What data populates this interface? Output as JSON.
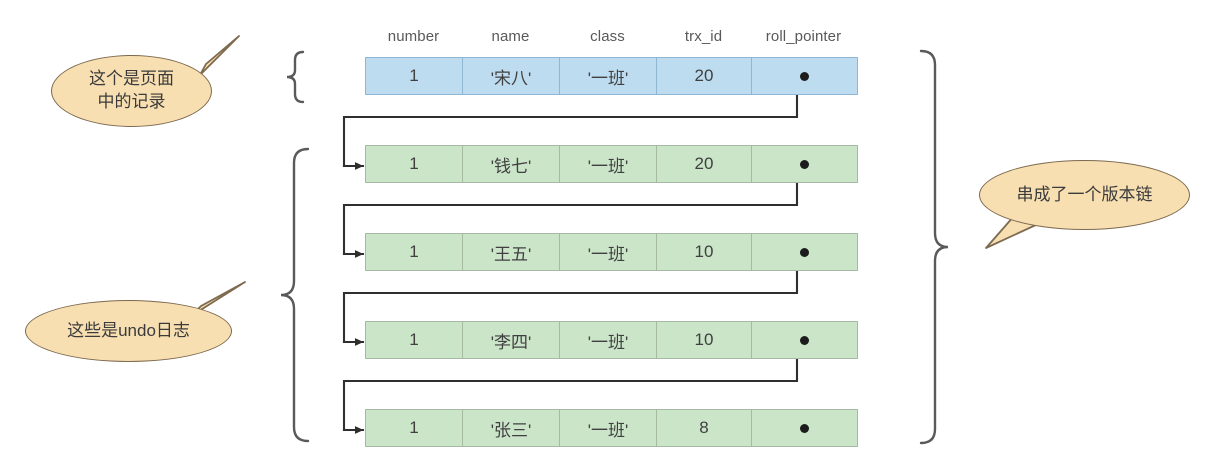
{
  "diagram": {
    "title": "MySQL InnoDB undo log version chain",
    "colors": {
      "page_record_fill": "#bedcf0",
      "undo_record_fill": "#cbe5c9",
      "callout_fill": "#f7dfb2",
      "callout_border": "#7d6a4f",
      "line": "#3b3b3b",
      "background": "#ffffff"
    },
    "table": {
      "headers": [
        "number",
        "name",
        "class",
        "trx_id",
        "roll_pointer"
      ],
      "rows": [
        {
          "kind": "page-record",
          "number": "1",
          "name": "'宋八'",
          "class": "'一班'",
          "trx_id": "20",
          "roll_pointer": "pointer-dot",
          "has_pointer": true
        },
        {
          "kind": "undo-record",
          "number": "1",
          "name": "'钱七'",
          "class": "'一班'",
          "trx_id": "20",
          "roll_pointer": "pointer-dot",
          "has_pointer": true
        },
        {
          "kind": "undo-record",
          "number": "1",
          "name": "'王五'",
          "class": "'一班'",
          "trx_id": "10",
          "roll_pointer": "pointer-dot",
          "has_pointer": true
        },
        {
          "kind": "undo-record",
          "number": "1",
          "name": "'李四'",
          "class": "'一班'",
          "trx_id": "10",
          "roll_pointer": "pointer-dot",
          "has_pointer": true
        },
        {
          "kind": "undo-record",
          "number": "1",
          "name": "'张三'",
          "class": "'一班'",
          "trx_id": "8",
          "roll_pointer": "pointer-dot",
          "has_pointer": false
        }
      ]
    },
    "callouts": {
      "page_record": {
        "line1": "这个是页面",
        "line2": "中的记录"
      },
      "undo_log": {
        "line1": "这些是undo日志"
      },
      "version_chain": {
        "line1": "串成了一个版本链"
      }
    },
    "braces": {
      "page_record_brace": "{",
      "undo_log_brace": "{",
      "version_chain_brace": "}"
    }
  }
}
